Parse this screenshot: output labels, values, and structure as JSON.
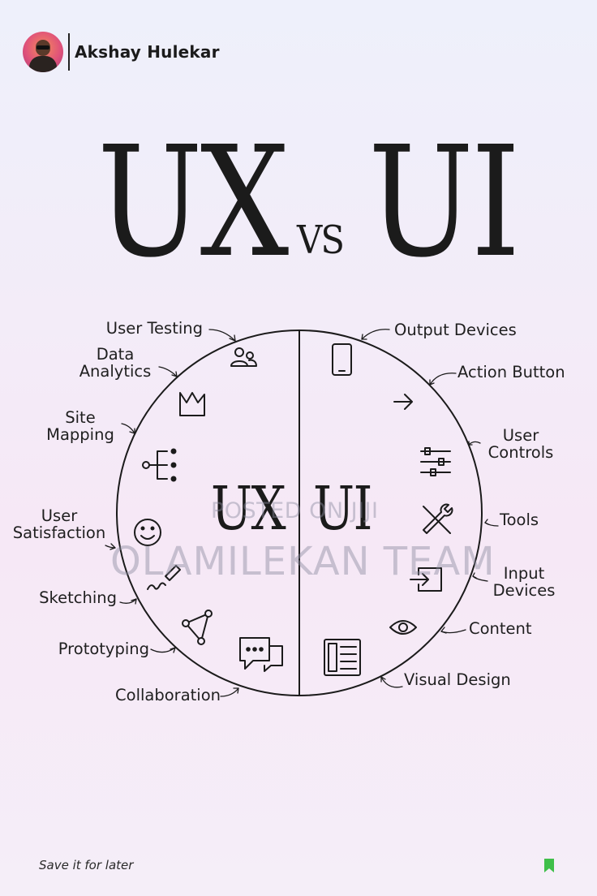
{
  "header": {
    "author": "Akshay Hulekar"
  },
  "title": {
    "left": "UX",
    "vs": "VS",
    "right": "UI"
  },
  "diagram": {
    "inner_left": "UX",
    "inner_right": "UI",
    "ux_items": [
      {
        "label": "User Testing",
        "icon": "users-icon"
      },
      {
        "label": "Data\nAnalytics",
        "icon": "chart-icon"
      },
      {
        "label": "Site\nMapping",
        "icon": "sitemap-icon"
      },
      {
        "label": "User\nSatisfaction",
        "icon": "smiley-icon"
      },
      {
        "label": "Sketching",
        "icon": "pencil-icon"
      },
      {
        "label": "Prototyping",
        "icon": "triangle-nodes-icon"
      },
      {
        "label": "Collaboration",
        "icon": "chat-bubbles-icon"
      }
    ],
    "ui_items": [
      {
        "label": "Output Devices",
        "icon": "phone-icon"
      },
      {
        "label": "Action Button",
        "icon": "arrow-right-icon"
      },
      {
        "label": "User\nControls",
        "icon": "sliders-icon"
      },
      {
        "label": "Tools",
        "icon": "tools-icon"
      },
      {
        "label": "Input\nDevices",
        "icon": "input-icon"
      },
      {
        "label": "Content",
        "icon": "eye-icon"
      },
      {
        "label": "Visual Design",
        "icon": "layout-icon"
      }
    ]
  },
  "watermark": {
    "line1": "POSTED ON JIJI",
    "line2": "OLAMILEKAN TEAM"
  },
  "footer": {
    "save_text": "Save it for later"
  },
  "colors": {
    "bookmark": "#3fbf4a",
    "ink": "#1b1b1b"
  }
}
